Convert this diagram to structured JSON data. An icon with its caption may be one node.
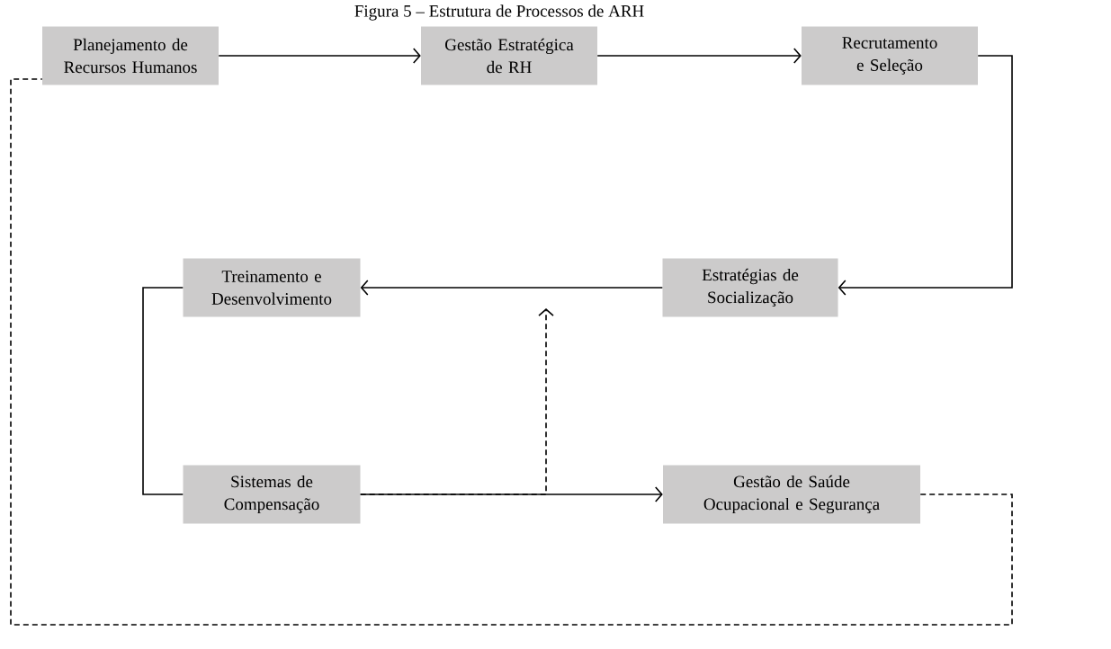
{
  "diagram": {
    "title": "Figura 5 – Estrutura de Processos de ARH",
    "nodes": [
      {
        "text": [
          "Planejamento de Recursos Humanos"
        ]
      },
      {
        "text": [
          "Gestão Estratégica de RH"
        ]
      },
      {
        "text": [
          "Recrutamento e Seleção"
        ]
      },
      {
        "text": [
          "Treinamento e Desenvolvimento"
        ]
      },
      {
        "text": [
          "Estratégias de Socialização"
        ]
      },
      {
        "text": [
          "Sistemas de Compensação"
        ]
      },
      {
        "text": [
          "Gestão de Saúde Ocupacional e Segurança"
        ]
      }
    ],
    "edges": [
      {
        "from": 0,
        "to": 1,
        "arrow": "to"
      },
      {
        "from": 1,
        "to": 2,
        "arrow": "to"
      },
      {
        "from": 2,
        "to": 4,
        "arrow": "to"
      },
      {
        "from": 4,
        "to": 3,
        "arrow": "to"
      },
      {
        "from": 3,
        "to": 5,
        "arrow": "none"
      },
      {
        "from": 5,
        "to": 6,
        "arrow": "to"
      },
      {
        "from": 5,
        "to": null,
        "arrow": "to",
        "style": "dashed"
      },
      {
        "from": 6,
        "to": 0,
        "arrow": "none",
        "style": "dashed"
      }
    ]
  }
}
